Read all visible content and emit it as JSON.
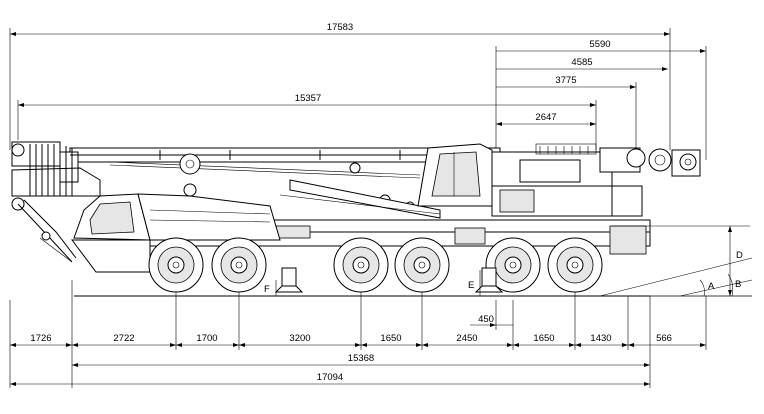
{
  "dimensions": {
    "overall_top": "17583",
    "boom_length": "15357",
    "r_5590": "5590",
    "r_4585": "4585",
    "r_3775": "3775",
    "r_2647": "2647",
    "seg_1726": "1726",
    "seg_2722": "2722",
    "seg_1700": "1700",
    "seg_3200": "3200",
    "seg_1650a": "1650",
    "seg_2450": "2450",
    "seg_1650b": "1650",
    "seg_1430": "1430",
    "seg_566": "566",
    "seg_450": "450",
    "total_15368": "15368",
    "total_17094": "17094"
  },
  "labels": {
    "D": "D",
    "E": "E",
    "F": "F",
    "A": "A",
    "B": "B"
  }
}
